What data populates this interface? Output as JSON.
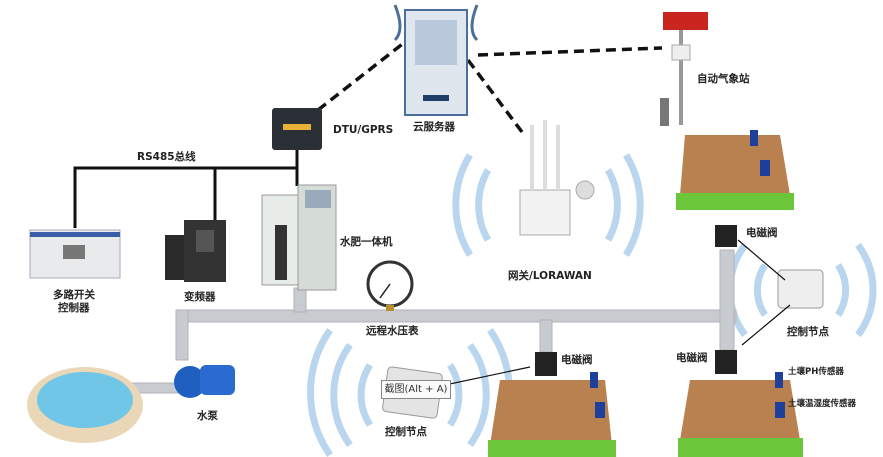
{
  "labels": {
    "cloud_server": "云服务器",
    "dtu": "DTU/GPRS",
    "weather_station": "自动气象站",
    "rs485": "RS485总线",
    "multi_switch_1": "多路开关",
    "multi_switch_2": "控制器",
    "inverter": "变频器",
    "fertigation": "水肥一体机",
    "pressure_gauge": "远程水压表",
    "gateway": "网关/LORAWAN",
    "valve_mid": "电磁阀",
    "valve_right_top": "电磁阀",
    "valve_right_bottom": "电磁阀",
    "control_node_left": "控制节点",
    "control_node_right": "控制节点",
    "pump": "水泵",
    "ph_sensor": "土壤PH传感器",
    "soil_sensor": "土壤温湿度传感器"
  },
  "tooltip": "截图(Alt + A)",
  "colors": {
    "pipe": "#c8cbd0",
    "wave": "#a9cdea",
    "soil": "#b98150",
    "grass": "#6cc63a",
    "sign": "#c8261e"
  }
}
